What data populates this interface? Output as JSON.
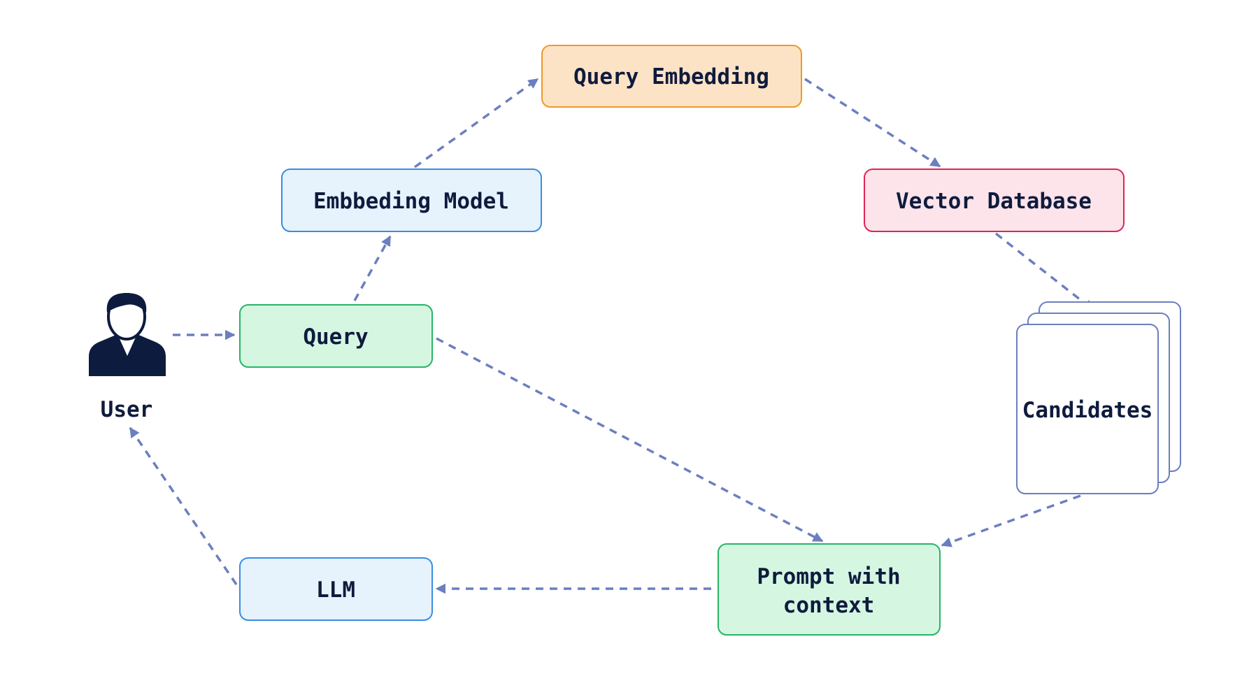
{
  "colors": {
    "edge": "#6b7fbf",
    "text": "#0f1b3d",
    "user_icon": "#0d1b3e",
    "blue_fill": "#e6f2fc",
    "blue_stroke": "#3a8de0",
    "green_fill": "#d5f7e2",
    "green_stroke": "#27b566",
    "orange_fill": "#fde3c6",
    "orange_stroke": "#ee9a2a",
    "pink_fill": "#fde3ea",
    "pink_stroke": "#dd2658",
    "doc_stroke": "#6b7fbf"
  },
  "nodes": {
    "user": {
      "label": "User",
      "icon": "person-icon"
    },
    "query": {
      "label": "Query"
    },
    "embedding_model": {
      "label": "Embbeding Model"
    },
    "query_embedding": {
      "label": "Query Embedding"
    },
    "vector_database": {
      "label": "Vector Database"
    },
    "candidates": {
      "label": "Candidates",
      "icon": "stacked-documents-icon"
    },
    "prompt_with_context": {
      "label_line1": "Prompt with",
      "label_line2": "context"
    },
    "llm": {
      "label": "LLM"
    }
  },
  "edges": [
    {
      "from": "user",
      "to": "query"
    },
    {
      "from": "query",
      "to": "embedding_model"
    },
    {
      "from": "embedding_model",
      "to": "query_embedding"
    },
    {
      "from": "query_embedding",
      "to": "vector_database"
    },
    {
      "from": "vector_database",
      "to": "candidates"
    },
    {
      "from": "candidates",
      "to": "prompt_with_context"
    },
    {
      "from": "query",
      "to": "prompt_with_context"
    },
    {
      "from": "prompt_with_context",
      "to": "llm"
    },
    {
      "from": "llm",
      "to": "user"
    }
  ]
}
